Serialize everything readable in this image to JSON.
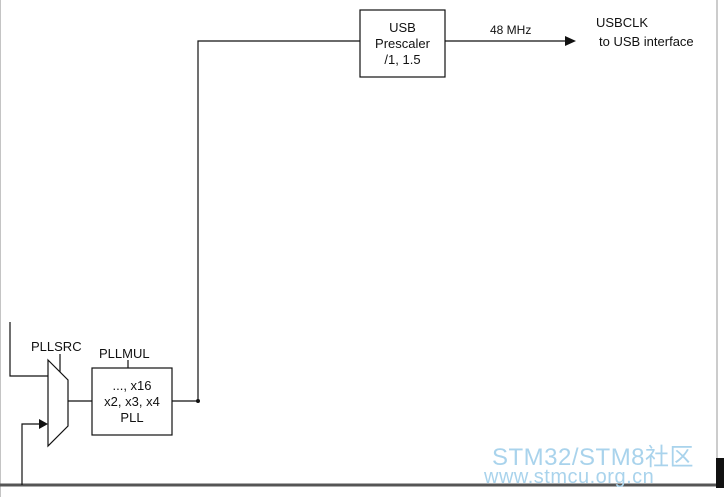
{
  "usb_prescaler": {
    "line1": "USB",
    "line2": "Prescaler",
    "line3": "/1, 1.5"
  },
  "output_frequency": "48 MHz",
  "usbclk": {
    "line1": "USBCLK",
    "line2": "to USB interface"
  },
  "pllsrc": "PLLSRC",
  "pllmul": "PLLMUL",
  "pll_box": {
    "line1": "..., x16",
    "line2": "x2, x3, x4",
    "line3": "PLL"
  },
  "watermark": {
    "line1": "STM32/STM8社区",
    "line2": "www.stmcu.org.cn"
  }
}
